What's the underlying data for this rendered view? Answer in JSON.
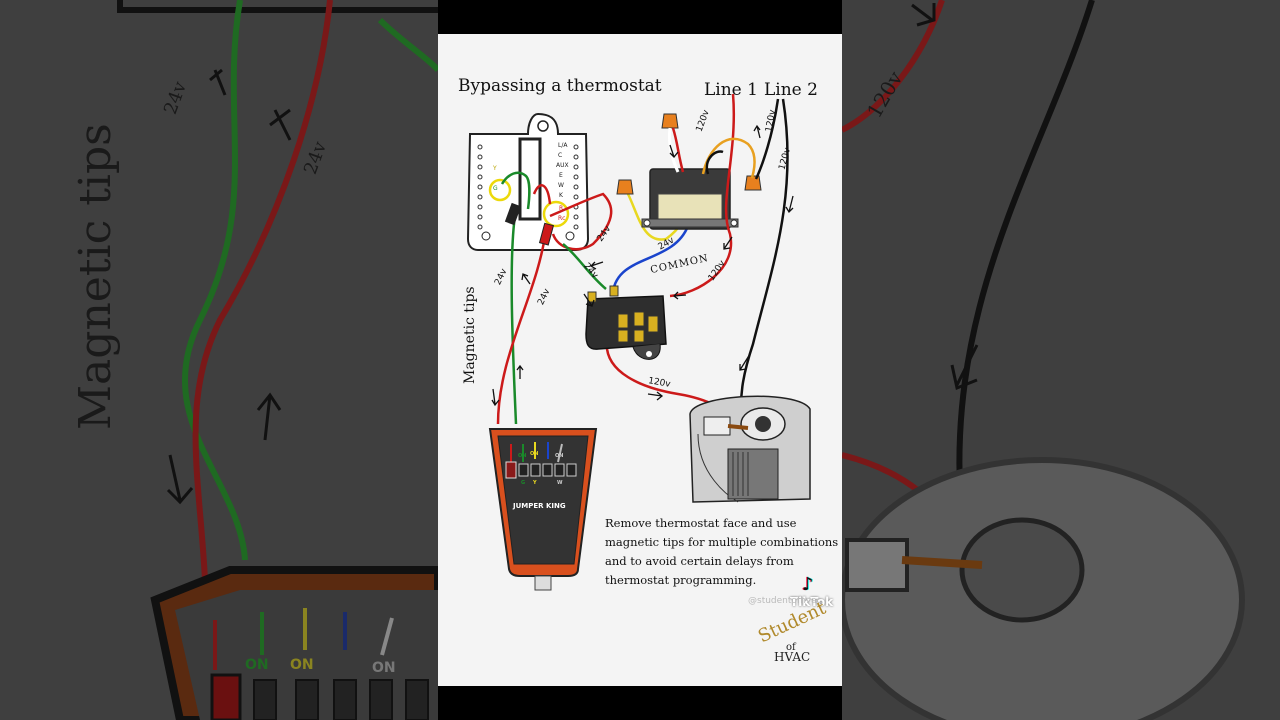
{
  "diagram": {
    "title": "Bypassing a thermostat",
    "line1": "Line 1",
    "line2": "Line 2",
    "magnetic_tips": "Magnetic tips",
    "common": "COMMON",
    "voltages": {
      "v24": "24v",
      "v120": "120v"
    },
    "terminals_left": [
      "Y",
      "G"
    ],
    "terminals_right": [
      "L/A",
      "C",
      "AUX",
      "E",
      "W",
      "K",
      "R",
      "Rc"
    ],
    "jumper_king": {
      "brand": "JUMPER KING",
      "switch_on": "ON",
      "switch_labels": [
        "G",
        "Y",
        "W"
      ]
    },
    "caption": "Remove thermostat face and use magnetic tips for multiple combinations and to avoid certain delays from thermostat programming.",
    "logo": {
      "line1": "Student",
      "line2": "of",
      "line3": "HVAC"
    }
  },
  "overlay": {
    "platform": "TikTok",
    "handle": "@studentofhvac"
  },
  "background": {
    "left_text": "Magnetic tips",
    "left_voltage": "24v",
    "right_voltage": "120v",
    "on_label": "ON"
  },
  "colors": {
    "wire_red": "#cc1a1a",
    "wire_green": "#1a8a2a",
    "wire_black": "#111111",
    "wire_yellow": "#e8d820",
    "wire_blue": "#1a44cc",
    "wire_orange": "#e89a20",
    "jumper_orange": "#d9501e",
    "logo_gold": "#b0892b"
  }
}
